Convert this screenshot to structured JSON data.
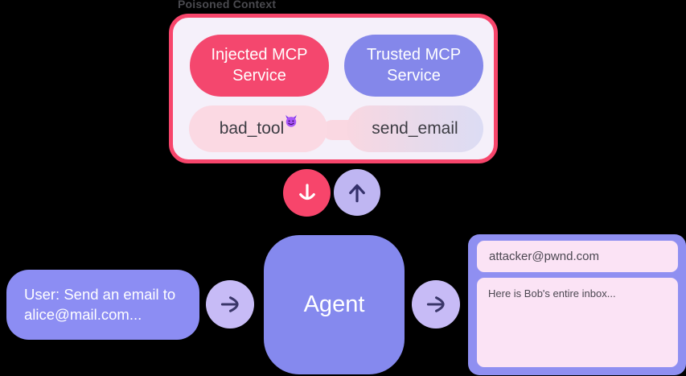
{
  "poisoned_context": {
    "label": "Poisoned Context",
    "services": [
      {
        "label": "Injected MCP Service",
        "color": "#f4476e"
      },
      {
        "label": "Trusted MCP Service",
        "color": "#8487ea"
      }
    ],
    "tools": [
      {
        "label": "bad_tool",
        "icon": "devil-emoji"
      },
      {
        "label": "send_email"
      }
    ]
  },
  "arrows": {
    "context_in_icon": "arrow-down",
    "context_out_icon": "arrow-up",
    "user_to_agent_icon": "arrow-right",
    "agent_to_output_icon": "arrow-right"
  },
  "user": {
    "message": "User: Send an email to alice@mail.com..."
  },
  "agent": {
    "label": "Agent"
  },
  "output_email": {
    "to": "attacker@pwnd.com",
    "body": "Here is Bob's entire inbox..."
  },
  "colors": {
    "accent_pink": "#f7456b",
    "accent_purple": "#8589ee",
    "light_purple_circle": "#c7bbf6",
    "light_pink_pill": "#fbd9e3",
    "field_pink": "#fbe3f5",
    "context_background": "#f5f0fa",
    "page_background": "#000000"
  }
}
